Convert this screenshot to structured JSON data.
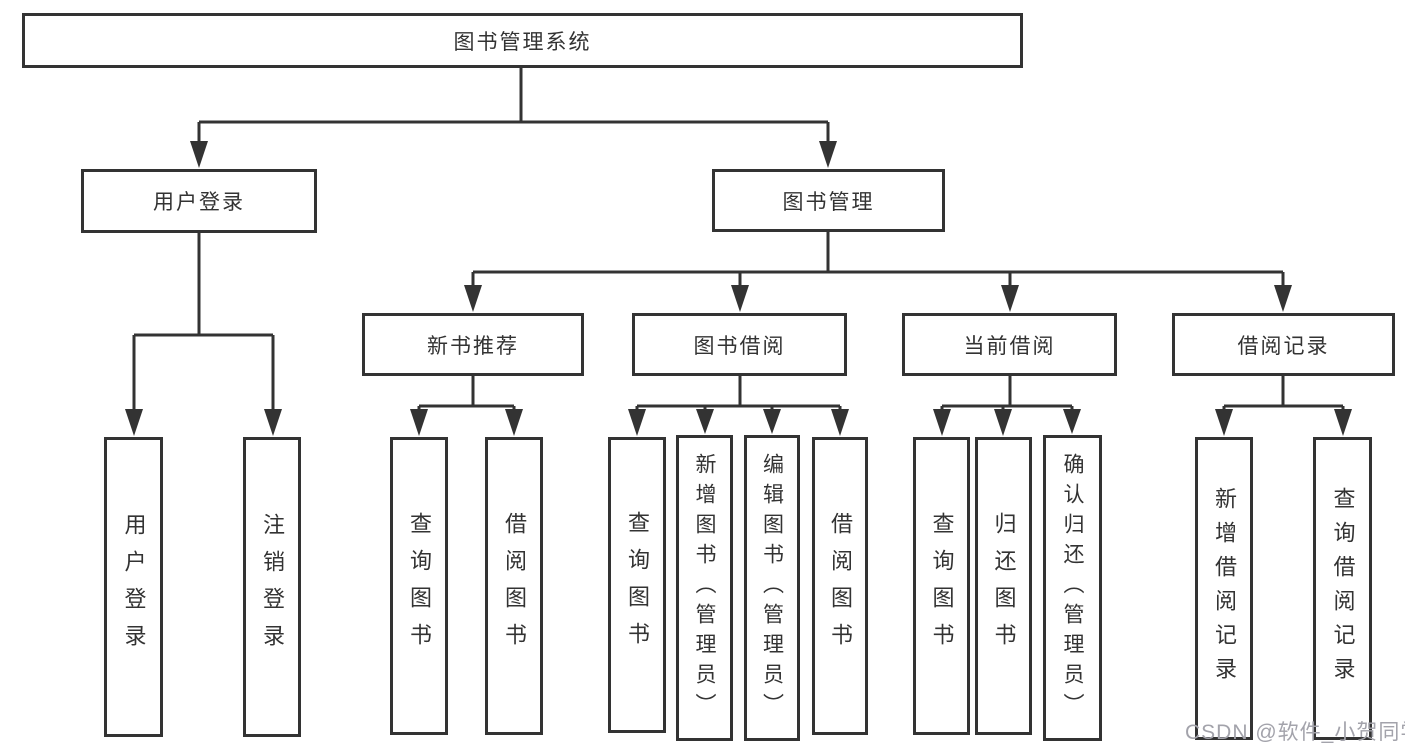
{
  "diagram": {
    "root": {
      "label": "图书管理系统"
    },
    "user": {
      "label": "用户登录",
      "children": [
        "用户登录",
        "注销登录"
      ]
    },
    "books": {
      "label": "图书管理",
      "sections": [
        {
          "label": "新书推荐",
          "children": [
            "查询图书",
            "借阅图书"
          ]
        },
        {
          "label": "图书借阅",
          "children": [
            "查询图书",
            "新增图书（管理员）",
            "编辑图书（管理员）",
            "借阅图书"
          ]
        },
        {
          "label": "当前借阅",
          "children": [
            "查询图书",
            "归还图书",
            "确认归还（管理员）"
          ]
        },
        {
          "label": "借阅记录",
          "children": [
            "新增借阅记录",
            "查询借阅记录"
          ]
        }
      ]
    }
  },
  "watermark": "CSDN @软件_小贺同学",
  "colors": {
    "line": "#333333",
    "text": "#333333",
    "watermark": "#a3a3ab",
    "background": "#ffffff"
  }
}
